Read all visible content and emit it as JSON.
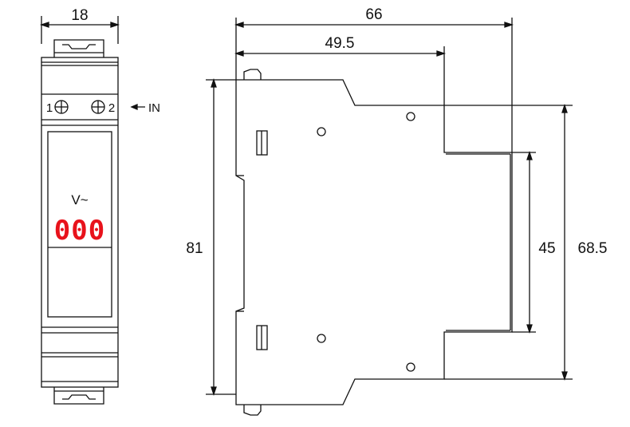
{
  "front_view": {
    "width_label": "18",
    "terminal_left": "1",
    "terminal_right": "2",
    "input_label": "IN",
    "unit_label": "V~",
    "display_value": "000",
    "display_color": "#e8121b"
  },
  "side_view": {
    "depth_total_label": "66",
    "depth_mid_label": "49.5",
    "height_label": "81",
    "inner_height_label": "45",
    "outer_height_label": "68.5"
  },
  "colors": {
    "line": "#111111",
    "background": "#ffffff"
  }
}
